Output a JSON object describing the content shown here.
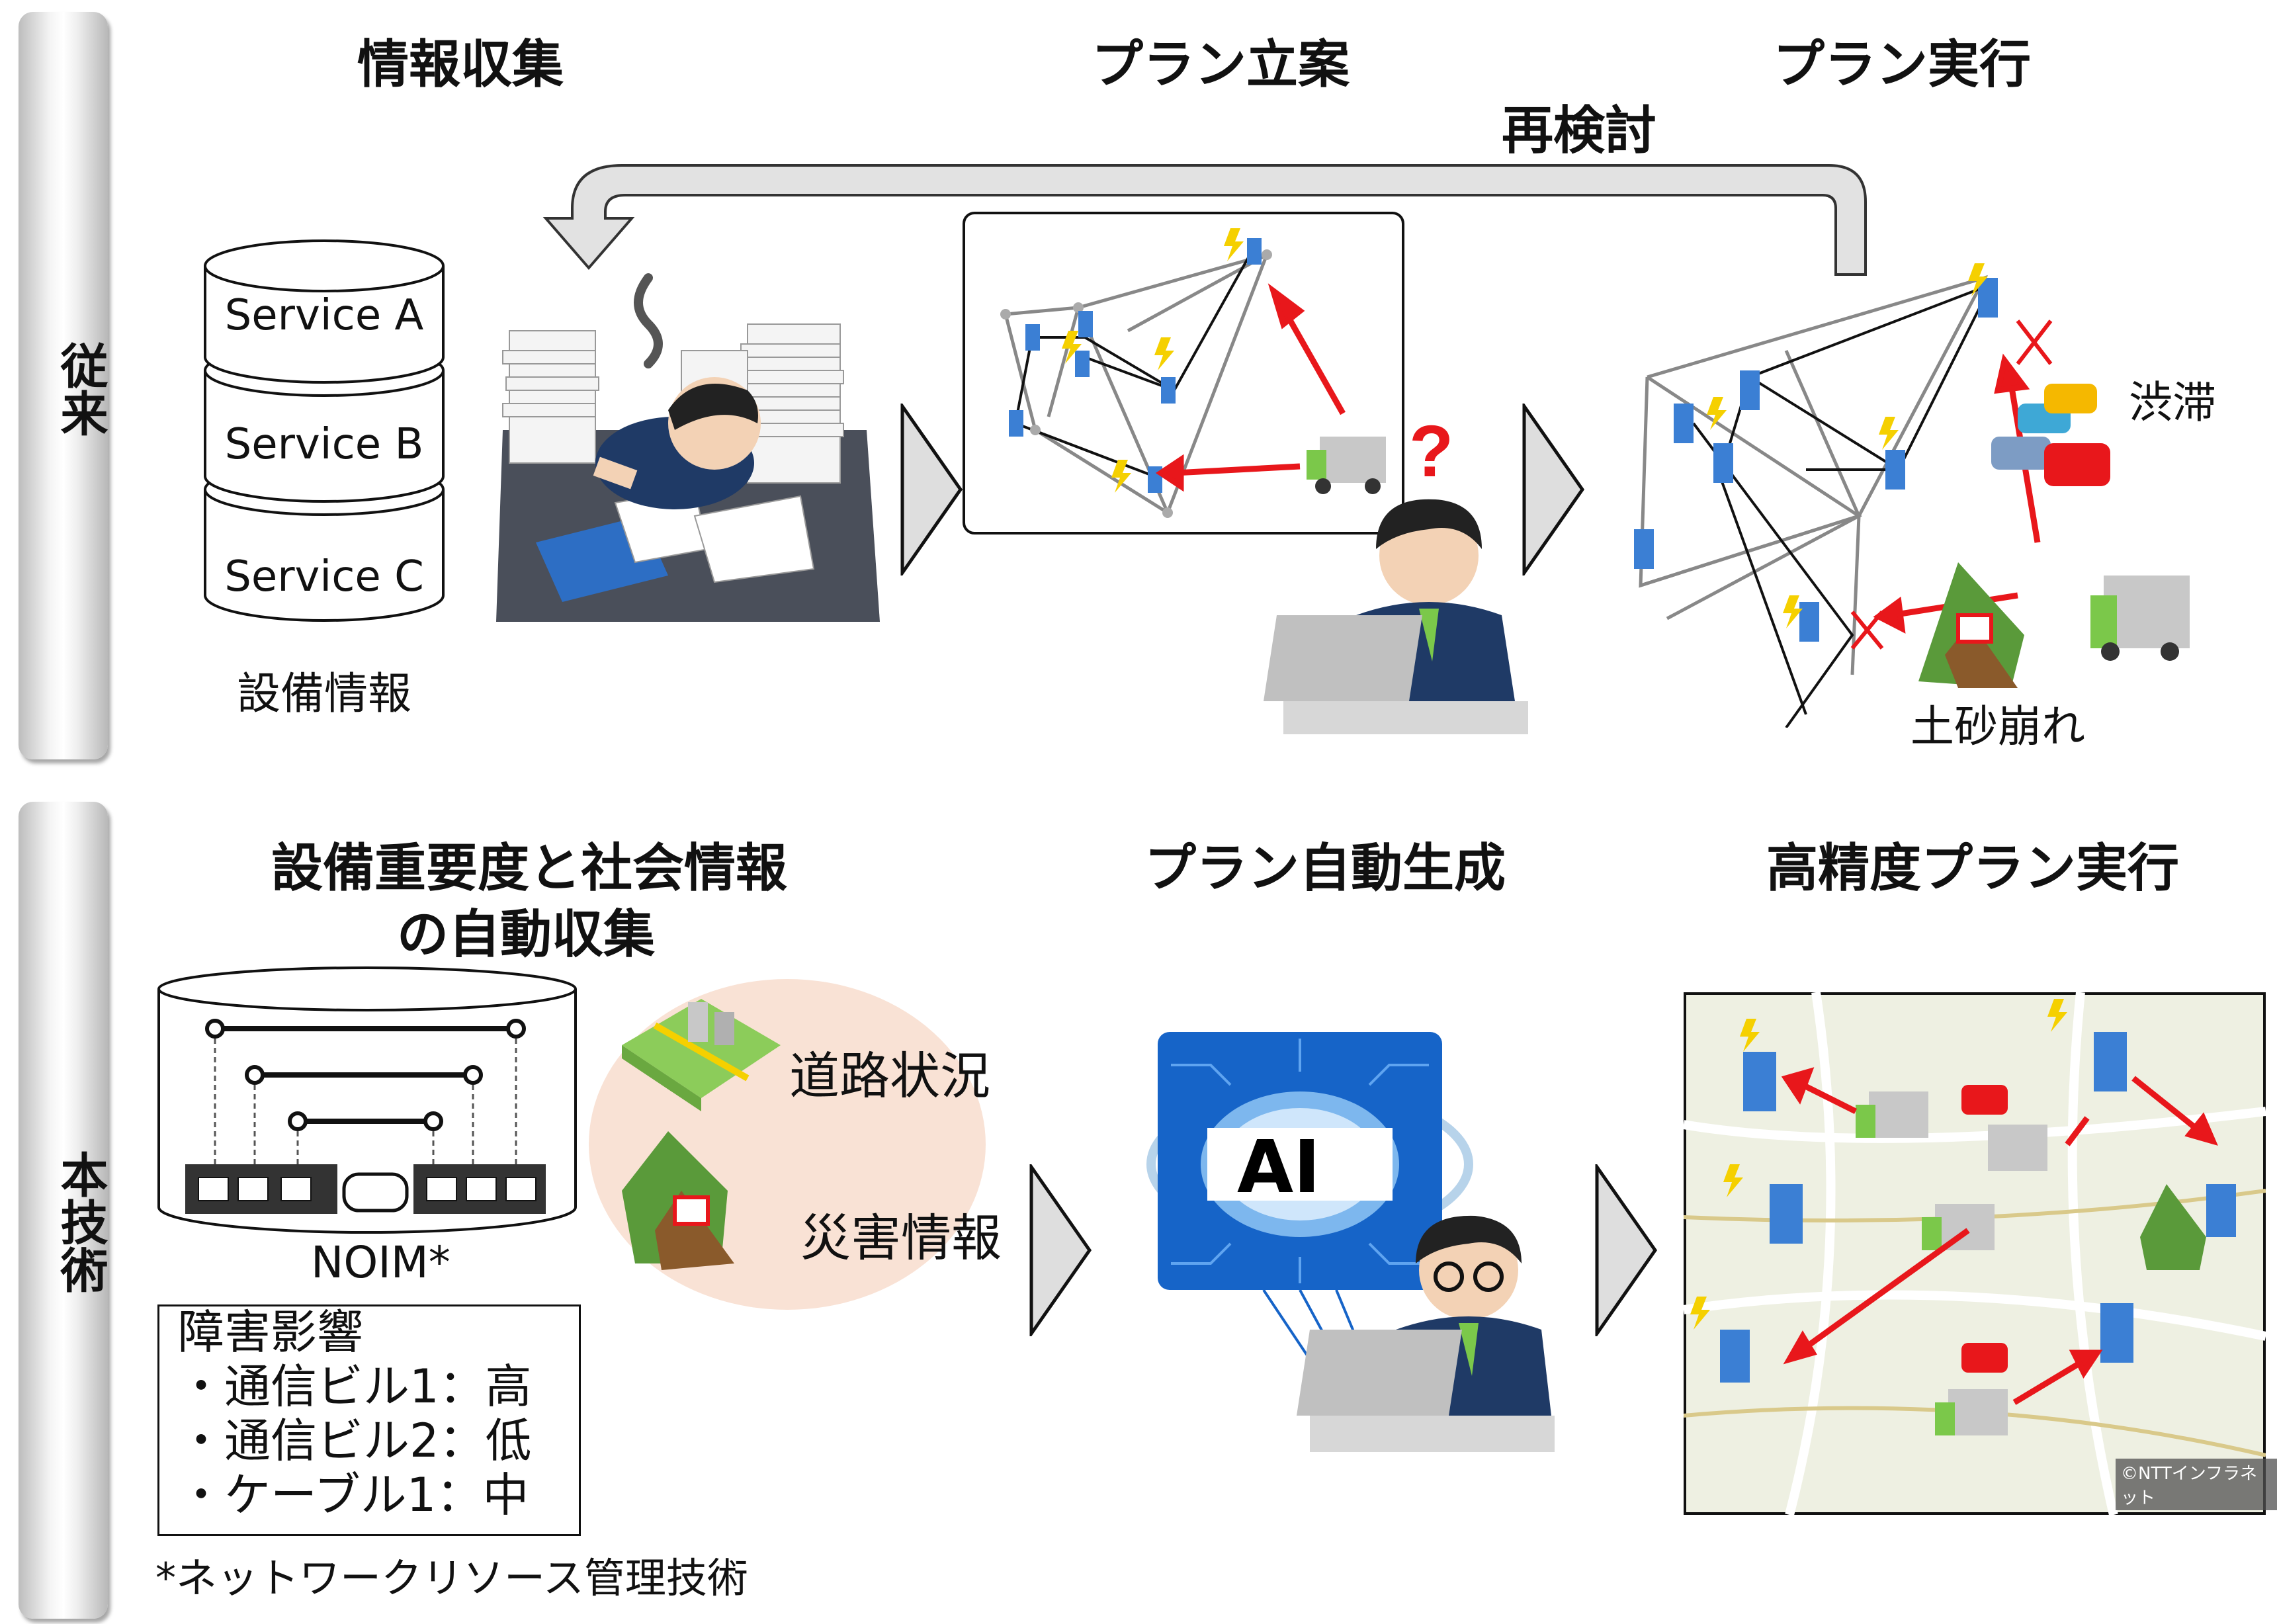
{
  "sides": {
    "conventional": "従来",
    "new_tech": "本技術"
  },
  "top": {
    "title_info": "情報収集",
    "title_plan": "プラン立案",
    "title_exec": "プラン実行",
    "recheck": "再検討",
    "services": [
      "Service A",
      "Service B",
      "Service C"
    ],
    "equipment_info": "設備情報",
    "congestion": "渋滞",
    "landslide": "土砂崩れ"
  },
  "bottom": {
    "title_collect_line1": "設備重要度と社会情報",
    "title_collect_line2": "の自動収集",
    "title_auto": "プラン自動生成",
    "title_high": "高精度プラン実行",
    "noim": "NOIM*",
    "road": "道路状況",
    "disaster": "災害情報",
    "ai": "AI",
    "impact_title": "障害影響",
    "impact_items": [
      "・通信ビル1：高",
      "・通信ビル2：低",
      "・ケーブル1：中"
    ],
    "footnote": "*ネットワークリソース管理技術",
    "map_credit": "©NTTインフラネット"
  },
  "colors": {
    "arrow_red": "#e8171b",
    "chip_blue": "#1664c8",
    "disaster_bg": "#f9e2d5",
    "map_bg": "#eef0e2"
  }
}
